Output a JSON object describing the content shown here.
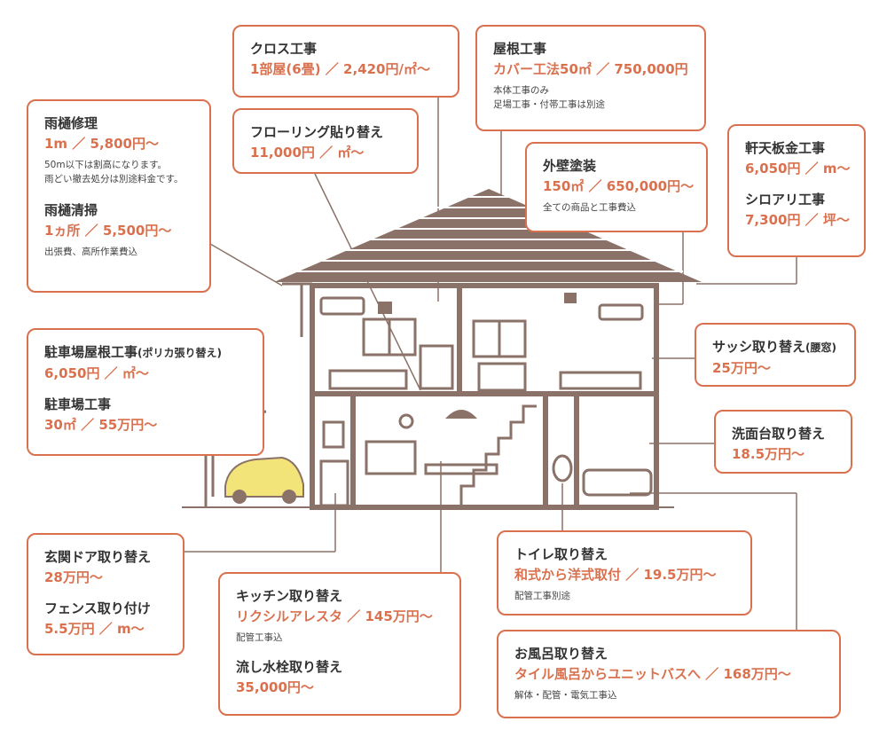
{
  "colors": {
    "accent": "#d9714f",
    "house": "#8a7268",
    "car": "#f3e47a",
    "text": "#333333"
  },
  "boxes": {
    "cross": {
      "title": "クロス工事",
      "price": "1部屋(6畳) ／ 2,420円/㎡〜"
    },
    "roof": {
      "title": "屋根工事",
      "price": "カバー工法50㎡ ／ 750,000円",
      "notes": [
        "本体工事のみ",
        "足場工事・付帯工事は別途"
      ]
    },
    "gutter": {
      "repair": {
        "title": "雨樋修理",
        "price": "1m ／ 5,800円〜",
        "notes": [
          "50m以下は割高になります。",
          "雨どい撤去処分は別途料金です。"
        ]
      },
      "clean": {
        "title": "雨樋清掃",
        "price": "1ヵ所 ／ 5,500円〜",
        "notes": [
          "出張費、高所作業費込"
        ]
      }
    },
    "flooring": {
      "title": "フローリング貼り替え",
      "price": "11,000円 ／ ㎡〜"
    },
    "wall": {
      "title": "外壁塗装",
      "price": "150㎡ ／ 650,000円〜",
      "notes": [
        "全ての商品と工事費込"
      ]
    },
    "eaves": {
      "soffit": {
        "title": "軒天板金工事",
        "price": "6,050円 ／ m〜"
      },
      "termite": {
        "title": "シロアリ工事",
        "price": "7,300円 ／ 坪〜"
      }
    },
    "sash": {
      "title": "サッシ取り替え",
      "title_small": "(腰窓)",
      "price": "25万円〜"
    },
    "parking": {
      "roof": {
        "title": "駐車場屋根工事",
        "title_small": "(ポリカ張り替え)",
        "price": "6,050円 ／ ㎡〜"
      },
      "work": {
        "title": "駐車場工事",
        "price": "30㎡ ／ 55万円〜"
      }
    },
    "vanity": {
      "title": "洗面台取り替え",
      "price": "18.5万円〜"
    },
    "door": {
      "entry": {
        "title": "玄関ドア取り替え",
        "price": "28万円〜"
      },
      "fence": {
        "title": "フェンス取り付け",
        "price": "5.5万円 ／ m〜"
      }
    },
    "kitchen": {
      "replace": {
        "title": "キッチン取り替え",
        "price": "リクシルアレスタ ／ 145万円〜",
        "notes": [
          "配管工事込"
        ]
      },
      "faucet": {
        "title": "流し水栓取り替え",
        "price": "35,000円〜"
      }
    },
    "toilet": {
      "title": "トイレ取り替え",
      "price": "和式から洋式取付 ／ 19.5万円〜",
      "notes": [
        "配管工事別途"
      ]
    },
    "bath": {
      "title": "お風呂取り替え",
      "price": "タイル風呂からユニットバスへ ／ 168万円〜",
      "notes": [
        "解体・配管・電気工事込"
      ]
    }
  }
}
